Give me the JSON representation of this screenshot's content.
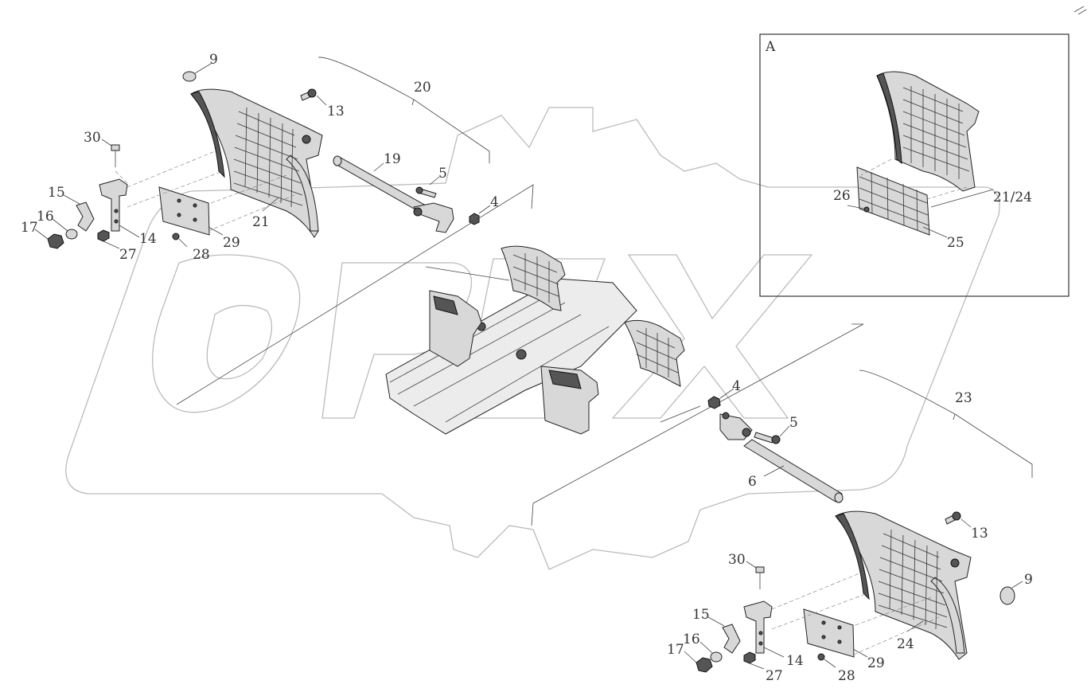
{
  "detail_box": {
    "label": "A"
  },
  "callouts": {
    "c9a": "9",
    "c13a": "13",
    "c20": "20",
    "c30a": "30",
    "c19": "19",
    "c5a": "5",
    "c15a": "15",
    "c16a": "16",
    "c17a": "17",
    "c14a": "14",
    "c27a": "27",
    "c28a": "28",
    "c29a": "29",
    "c21": "21",
    "c4a": "4",
    "c26": "26",
    "c2124": "21/24",
    "c25": "25",
    "c4b": "4",
    "c5b": "5",
    "c23": "23",
    "c6": "6",
    "c13b": "13",
    "c9b": "9",
    "c30b": "30",
    "c15b": "15",
    "c16b": "16",
    "c17b": "17",
    "c14b": "14",
    "c27b": "27",
    "c28b": "28",
    "c29b": "29",
    "c24": "24"
  }
}
